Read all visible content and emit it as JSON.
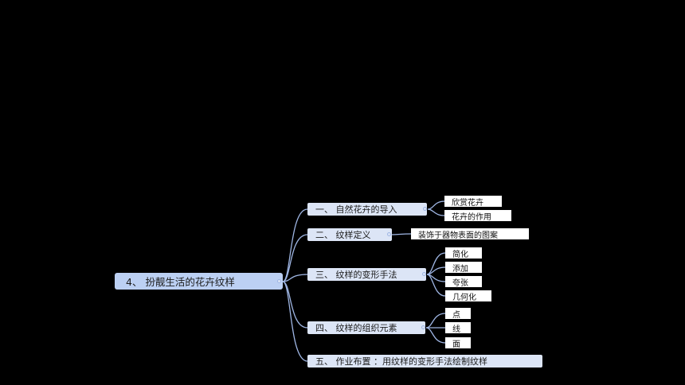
{
  "root": {
    "label": "4、 扮靓生活的花卉纹样"
  },
  "branches": [
    {
      "label": "一、 自然花卉的导入",
      "children": [
        "欣赏花卉",
        "花卉的作用"
      ]
    },
    {
      "label": "二、 纹样定义",
      "children": [
        "装饰于器物表面的图案"
      ]
    },
    {
      "label": "三、 纹样的变形手法",
      "children": [
        "简化",
        "添加",
        "夸张",
        "几何化"
      ]
    },
    {
      "label": "四、 纹样的组织元素",
      "children": [
        "点",
        "线",
        "面"
      ]
    },
    {
      "label": "五、 作业布置 ：用纹样的变形手法绘制纹样",
      "children": []
    }
  ],
  "colors": {
    "background": "#000000",
    "root_fill": "#bcd0f3",
    "branch_fill": "#dce5f6",
    "leaf_fill": "#ffffff",
    "connector": "#9fb6e4"
  }
}
